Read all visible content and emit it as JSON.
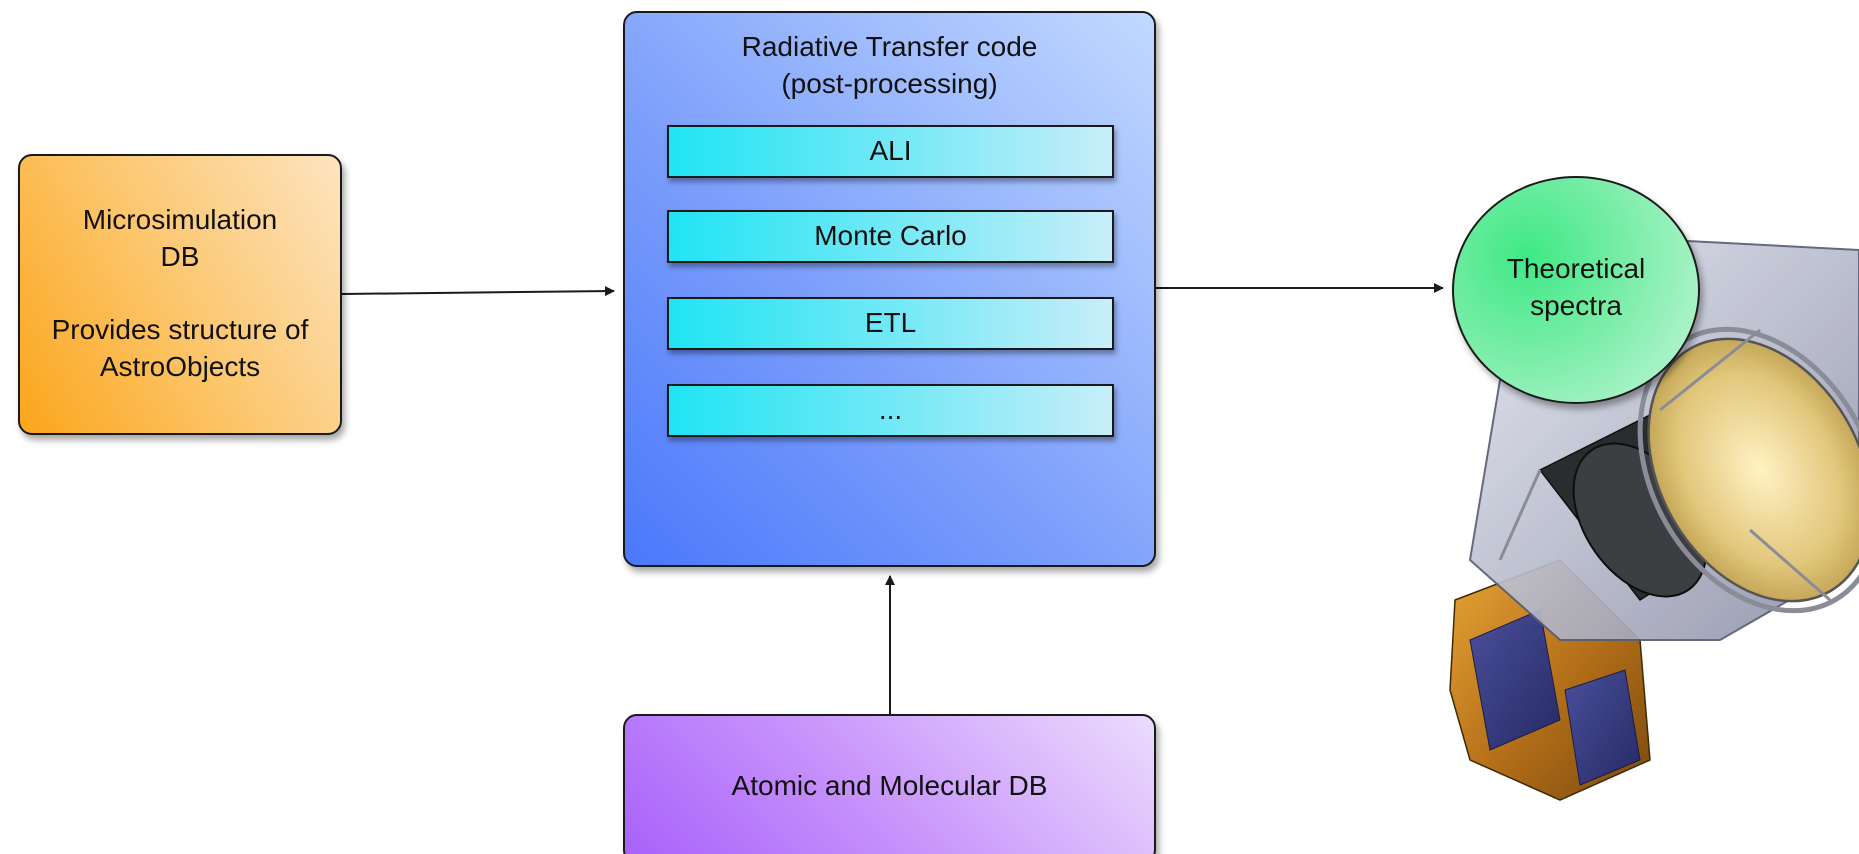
{
  "microsimulation": {
    "title_line1": "Microsimulation",
    "title_line2": "DB",
    "desc_line1": "Provides structure of",
    "desc_line2": "AstroObjects"
  },
  "radiative_transfer": {
    "title_line1": "Radiative Transfer code",
    "title_line2": "(post-processing)",
    "methods": [
      "ALI",
      "Monte Carlo",
      "ETL",
      "..."
    ]
  },
  "atomic_db": {
    "label": "Atomic and Molecular DB"
  },
  "spectra": {
    "line1": "Theoretical",
    "line2": "spectra"
  },
  "colors": {
    "microsimulation": "#fba51b",
    "radiative_transfer": "#4a78fb",
    "methods": "#20e4f3",
    "atomic_db": "#a860fa",
    "spectra": "#3fe985"
  },
  "illustration": "space-telescope"
}
